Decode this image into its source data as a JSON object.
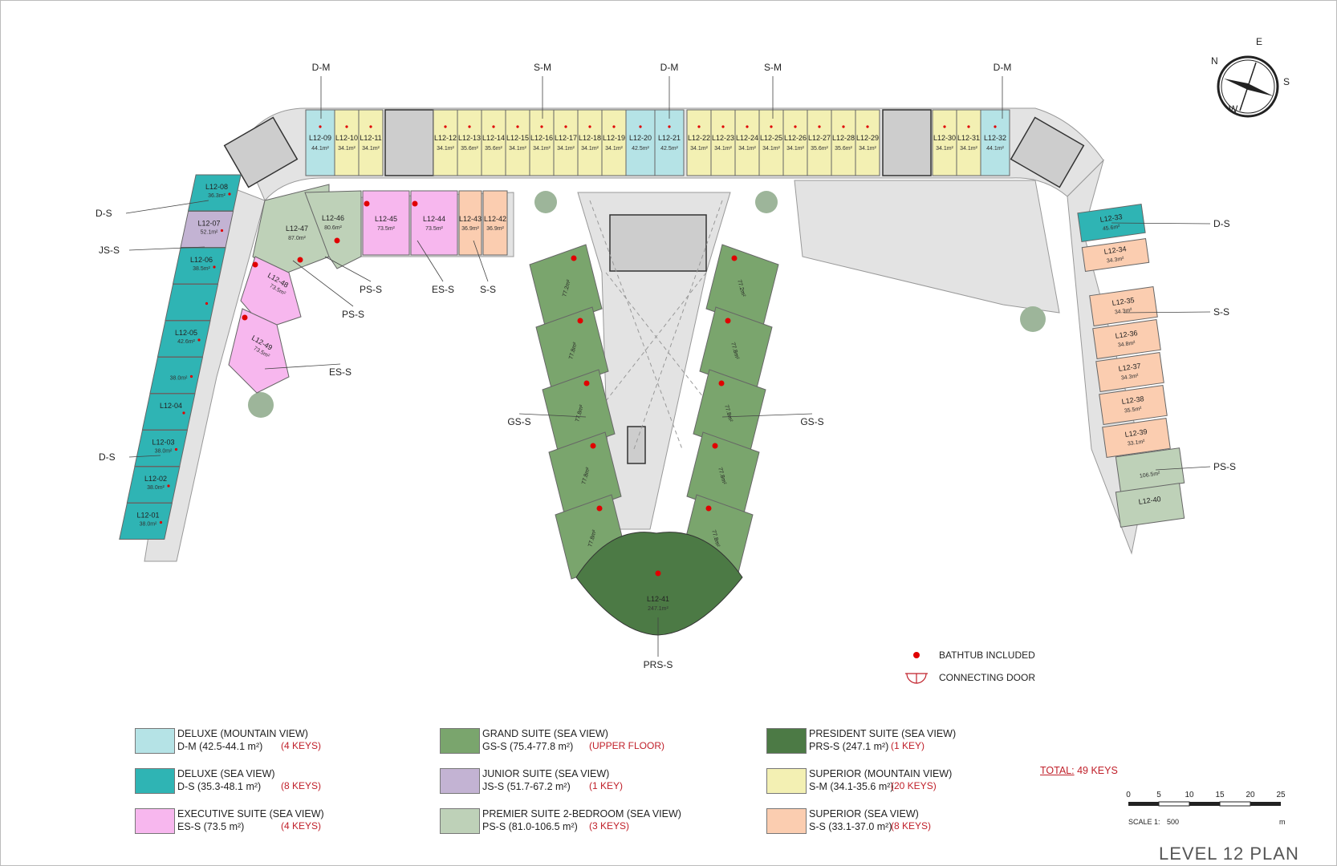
{
  "title": "LEVEL 12 PLAN",
  "total": {
    "label": "TOTAL:",
    "value": "49 KEYS"
  },
  "scale": {
    "ticks": [
      "0",
      "5",
      "10",
      "15",
      "20",
      "25"
    ],
    "caption": "SCALE 1:",
    "ratio": "500",
    "unit": "m"
  },
  "compass": {
    "n": "N",
    "e": "E",
    "s": "S",
    "w": "W"
  },
  "markers": {
    "bathtub": "BATHTUB INCLUDED",
    "door": "CONNECTING DOOR"
  },
  "colors": {
    "DM": "#b5e3e6",
    "DS": "#2fb4b4",
    "ES": "#f7b7ee",
    "GS": "#7aa56d",
    "JS": "#c3b3d3",
    "PS": "#bed1b8",
    "PRS": "#4c7a45",
    "SM": "#f3f0b3",
    "SS": "#fbcdb0",
    "corridor": "#e3e3e3",
    "core": "#cdcdcd",
    "bathtub": "#e00000"
  },
  "legend": [
    {
      "code": "DM",
      "name": "DELUXE (MOUNTAIN VIEW)",
      "detail": "D-M (42.5-44.1 m²)",
      "keys": "(4 KEYS)"
    },
    {
      "code": "DS",
      "name": "DELUXE (SEA VIEW)",
      "detail": "D-S (35.3-48.1 m²)",
      "keys": "(8 KEYS)"
    },
    {
      "code": "ES",
      "name": "EXECUTIVE SUITE (SEA VIEW)",
      "detail": "ES-S (73.5 m²)",
      "keys": "(4 KEYS)"
    },
    {
      "code": "GS",
      "name": "GRAND SUITE (SEA VIEW)",
      "detail": "GS-S (75.4-77.8 m²)",
      "keys": "(UPPER FLOOR)"
    },
    {
      "code": "JS",
      "name": "JUNIOR SUITE (SEA VIEW)",
      "detail": "JS-S (51.7-67.2 m²)",
      "keys": "(1 KEY)"
    },
    {
      "code": "PS",
      "name": "PREMIER SUITE 2-BEDROOM (SEA VIEW)",
      "detail": "PS-S (81.0-106.5 m²)",
      "keys": "(3 KEYS)"
    },
    {
      "code": "PRS",
      "name": "PRESIDENT SUITE (SEA VIEW)",
      "detail": "PRS-S (247.1 m²)",
      "keys": "(1 KEY)"
    },
    {
      "code": "SM",
      "name": "SUPERIOR (MOUNTAIN VIEW)",
      "detail": "S-M (34.1-35.6 m²)",
      "keys": "(20 KEYS)"
    },
    {
      "code": "SS",
      "name": "SUPERIOR (SEA VIEW)",
      "detail": "S-S (33.1-37.0 m²)",
      "keys": "(8 KEYS)"
    }
  ],
  "callouts": [
    "D-M",
    "S-M",
    "D-M",
    "S-M",
    "D-M",
    "D-S",
    "JS-S",
    "PS-S",
    "PS-S",
    "ES-S",
    "S-S",
    "ES-S",
    "D-S",
    "GS-S",
    "GS-S",
    "PRS-S",
    "D-S",
    "S-S",
    "PS-S"
  ],
  "top_units": [
    {
      "id": "L12-09",
      "area": "44.1m²",
      "type": "DM"
    },
    {
      "id": "L12-10",
      "area": "34.1m²",
      "type": "SM"
    },
    {
      "id": "L12-11",
      "area": "34.1m²",
      "type": "SM"
    },
    {
      "id": "L12-12",
      "area": "34.1m²",
      "type": "SM"
    },
    {
      "id": "L12-13",
      "area": "35.6m²",
      "type": "SM"
    },
    {
      "id": "L12-14",
      "area": "35.6m²",
      "type": "SM"
    },
    {
      "id": "L12-15",
      "area": "34.1m²",
      "type": "SM"
    },
    {
      "id": "L12-16",
      "area": "34.1m²",
      "type": "SM"
    },
    {
      "id": "L12-17",
      "area": "34.1m²",
      "type": "SM"
    },
    {
      "id": "L12-18",
      "area": "34.1m²",
      "type": "SM"
    },
    {
      "id": "L12-19",
      "area": "34.1m²",
      "type": "SM"
    },
    {
      "id": "L12-20",
      "area": "42.5m²",
      "type": "DM"
    },
    {
      "id": "L12-21",
      "area": "42.5m²",
      "type": "DM"
    },
    {
      "id": "L12-22",
      "area": "34.1m²",
      "type": "SM"
    },
    {
      "id": "L12-23",
      "area": "34.1m²",
      "type": "SM"
    },
    {
      "id": "L12-24",
      "area": "34.1m²",
      "type": "SM"
    },
    {
      "id": "L12-25",
      "area": "34.1m²",
      "type": "SM"
    },
    {
      "id": "L12-26",
      "area": "34.1m²",
      "type": "SM"
    },
    {
      "id": "L12-27",
      "area": "35.6m²",
      "type": "SM"
    },
    {
      "id": "L12-28",
      "area": "35.6m²",
      "type": "SM"
    },
    {
      "id": "L12-29",
      "area": "34.1m²",
      "type": "SM"
    },
    {
      "id": "L12-30",
      "area": "34.1m²",
      "type": "SM"
    },
    {
      "id": "L12-31",
      "area": "34.1m²",
      "type": "SM"
    },
    {
      "id": "L12-32",
      "area": "44.1m²",
      "type": "DM"
    }
  ],
  "left_units": [
    {
      "id": "L12-08",
      "area": "36.3m²",
      "type": "DS"
    },
    {
      "id": "L12-07",
      "area": "52.1m²",
      "type": "JS"
    },
    {
      "id": "L12-06",
      "area": "38.5m²",
      "type": "DS"
    },
    {
      "id": "",
      "area": "",
      "type": "DS"
    },
    {
      "id": "L12-05",
      "area": "42.6m²",
      "type": "DS"
    },
    {
      "id": "",
      "area": "38.0m²",
      "type": "DS"
    },
    {
      "id": "L12-04",
      "area": "",
      "type": "DS"
    },
    {
      "id": "L12-03",
      "area": "38.0m²",
      "type": "DS"
    },
    {
      "id": "L12-02",
      "area": "38.0m²",
      "type": "DS"
    },
    {
      "id": "L12-01",
      "area": "38.0m²",
      "type": "DS"
    }
  ],
  "mid_units": [
    {
      "id": "L12-47",
      "area": "87.0m²",
      "type": "PS"
    },
    {
      "id": "L12-46",
      "area": "80.6m²",
      "type": "PS"
    },
    {
      "id": "L12-45",
      "area": "73.5m²",
      "type": "ES"
    },
    {
      "id": "L12-44",
      "area": "73.5m²",
      "type": "ES"
    },
    {
      "id": "L12-43",
      "area": "36.9m²",
      "type": "SS"
    },
    {
      "id": "L12-42",
      "area": "36.9m²",
      "type": "SS"
    },
    {
      "id": "L12-48",
      "area": "73.5m²",
      "type": "ES"
    },
    {
      "id": "L12-49",
      "area": "73.5m²",
      "type": "ES"
    }
  ],
  "right_units": [
    {
      "id": "L12-33",
      "area": "45.6m²",
      "type": "DS"
    },
    {
      "id": "L12-34",
      "area": "34.3m²",
      "type": "SS"
    },
    {
      "id": "L12-35",
      "area": "34.3m²",
      "type": "SS"
    },
    {
      "id": "L12-36",
      "area": "34.8m²",
      "type": "SS"
    },
    {
      "id": "L12-37",
      "area": "34.3m²",
      "type": "SS"
    },
    {
      "id": "L12-38",
      "area": "35.5m²",
      "type": "SS"
    },
    {
      "id": "L12-39",
      "area": "33.1m²",
      "type": "SS"
    },
    {
      "id": "",
      "area": "106.5m²",
      "type": "PS"
    },
    {
      "id": "L12-40",
      "area": "",
      "type": "PS"
    }
  ],
  "grand_suites": {
    "left_areas": [
      "77.2m²",
      "77.8m²",
      "77.8m²",
      "77.8m²",
      "77.8m²"
    ],
    "right_areas": [
      "77.2m²",
      "77.8m²",
      "77.8m²",
      "77.8m²",
      "77.8m²"
    ]
  },
  "president": {
    "id": "L12-41",
    "area": "247.1m²"
  }
}
